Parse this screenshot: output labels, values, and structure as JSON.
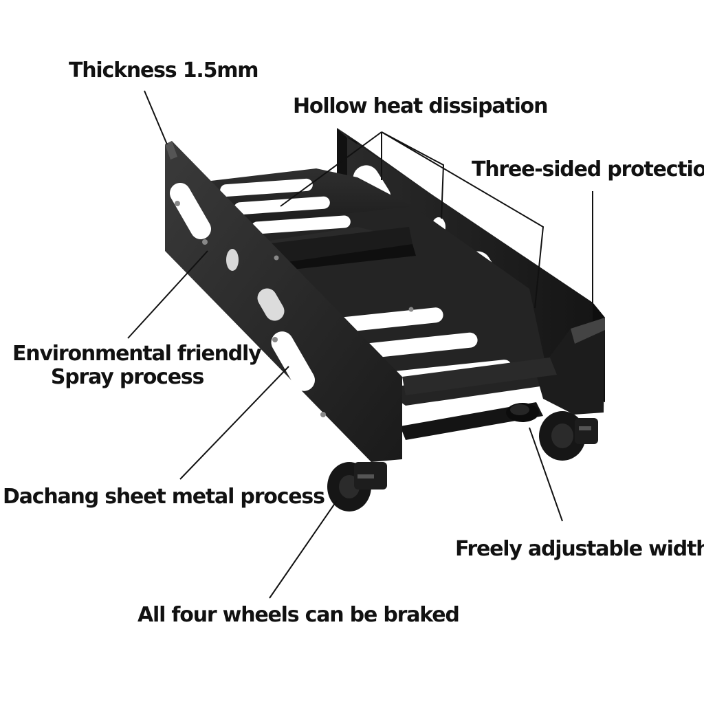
{
  "callouts": {
    "thickness": "Thickness 1.5mm",
    "hollow": "Hollow heat dissipation",
    "three_sided": "Three-sided protection",
    "env_line1": "Environmental friendly",
    "env_line2": "Spray process",
    "dachang": "Dachang sheet metal process",
    "adjustable": "Freely adjustable width",
    "wheels": "All four wheels can be braked"
  },
  "colors": {
    "metal_dark": "#1a1a1a",
    "metal_mid": "#2b2b2b",
    "metal_light": "#3a3a3a",
    "background": "#ffffff",
    "leader": "#111111"
  }
}
